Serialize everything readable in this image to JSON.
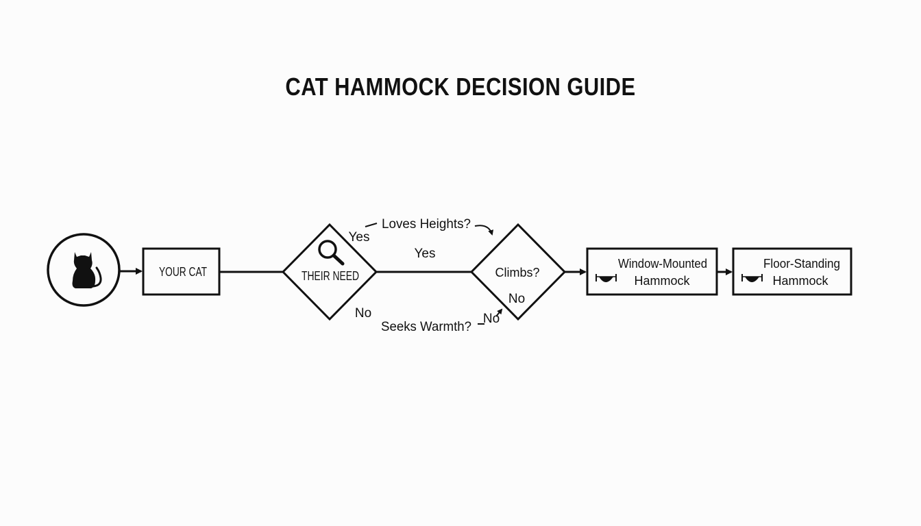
{
  "title": "CAT HAMMOCK DECISION GUIDE",
  "nodes": {
    "start": {
      "icon": "cat-icon"
    },
    "your_cat": {
      "label": "YOUR CAT"
    },
    "their_need": {
      "label": "THEIR NEED",
      "icon": "magnifier-icon"
    },
    "climbs": {
      "label": "Climbs?"
    },
    "window_mounted": {
      "line1": "Window-Mounted",
      "line2": "Hammock",
      "icon": "hammock-icon"
    },
    "floor_standing": {
      "line1": "Floor-Standing",
      "line2": "Hammock",
      "icon": "hammock-icon"
    }
  },
  "edges": {
    "need_yes": "Yes",
    "need_no": "No",
    "loves_heights": "Loves Heights?",
    "seeks_warmth": "Seeks Warmth?",
    "middle_yes": "Yes",
    "climbs_no": "No",
    "warmth_no": "No"
  },
  "colors": {
    "ink": "#111111",
    "background": "#fcfcfc"
  }
}
